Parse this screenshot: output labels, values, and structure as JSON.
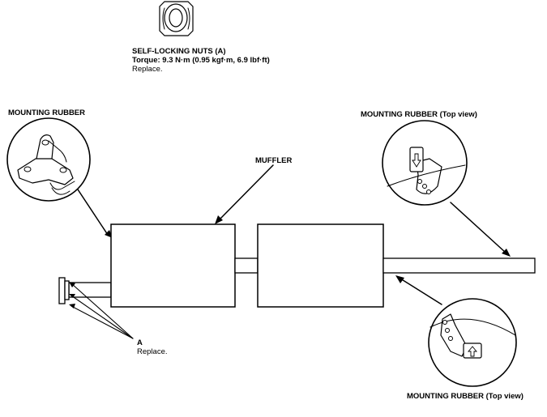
{
  "nuts": {
    "title": "SELF-LOCKING NUTS (A)",
    "torque": "Torque: 9.3 N·m (0.95 kgf·m, 6.9 lbf·ft)",
    "note": "Replace."
  },
  "labels": {
    "mounting_rubber": "MOUNTING RUBBER",
    "mounting_rubber_top_right": "MOUNTING RUBBER (Top view)",
    "mounting_rubber_bottom_right": "MOUNTING RUBBER (Top view)",
    "muffler": "MUFFLER",
    "callout_a": "A",
    "callout_a_note": "Replace."
  },
  "colors": {
    "line": "#000000",
    "background": "#ffffff"
  }
}
